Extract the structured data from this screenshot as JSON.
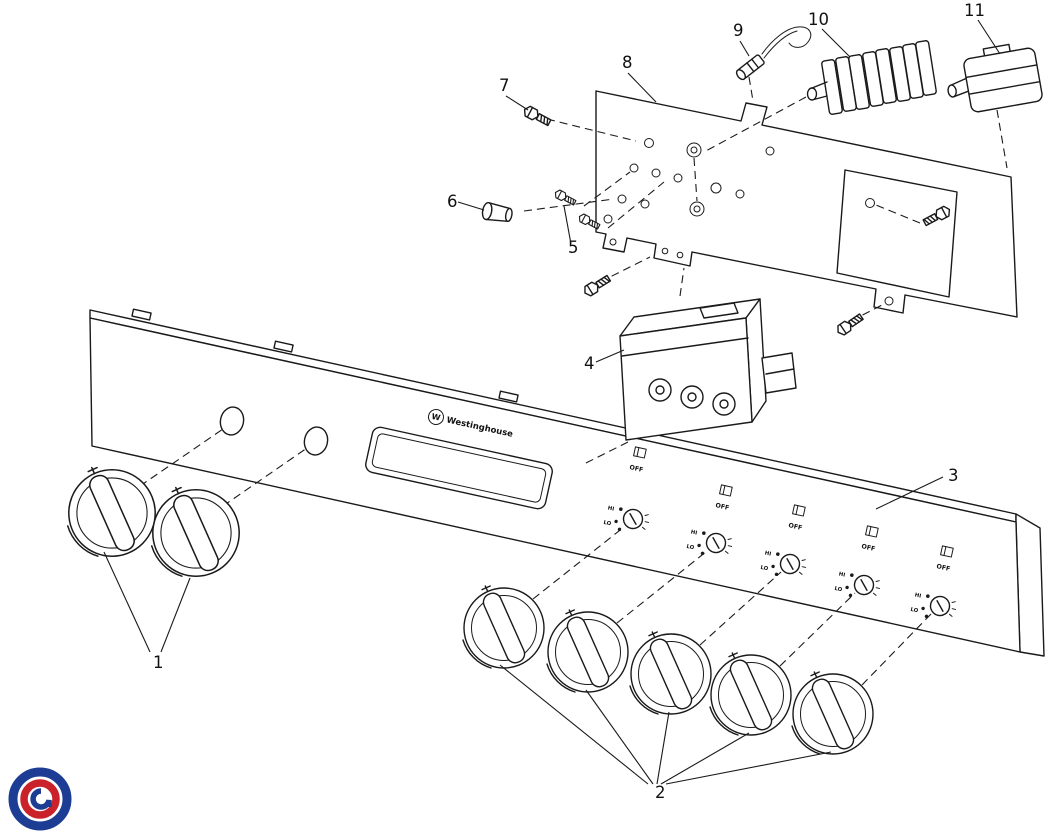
{
  "page": {
    "type": "exploded-parts-diagram",
    "subject": "Westinghouse range control panel assembly",
    "background": "#ffffff",
    "line_color": "#1a1a1a"
  },
  "callouts": [
    {
      "num": "1"
    },
    {
      "num": "2"
    },
    {
      "num": "3"
    },
    {
      "num": "4"
    },
    {
      "num": "5"
    },
    {
      "num": "6"
    },
    {
      "num": "7"
    },
    {
      "num": "8"
    },
    {
      "num": "9"
    },
    {
      "num": "10"
    },
    {
      "num": "11"
    }
  ],
  "panel": {
    "brand_monogram": "W",
    "brand_name": "Westinghouse",
    "off_label": "OFF",
    "hi_label": "HI",
    "lo_label": "LO"
  },
  "watermark": {
    "ring_outer_color": "#1d3d94",
    "ring_inner_color": "#c9222b"
  }
}
